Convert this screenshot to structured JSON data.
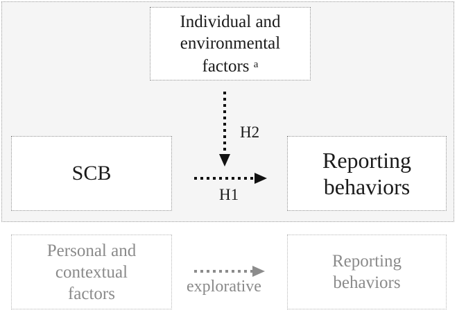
{
  "diagram": {
    "factors_box": {
      "line1": "Individual and",
      "line2": "environmental",
      "line3": "factors",
      "superscript": "a"
    },
    "scb_box": {
      "label": "SCB"
    },
    "reporting_box": {
      "line1": "Reporting",
      "line2": "behaviors"
    },
    "personal_box": {
      "line1": "Personal and",
      "line2": "contextual",
      "line3": "factors"
    },
    "reporting_explorative_box": {
      "line1": "Reporting",
      "line2": "behaviors"
    },
    "arrows": {
      "h1_label": "H1",
      "h2_label": "H2",
      "explorative_label": "explorative"
    },
    "colors": {
      "primary_text": "#1a1a1a",
      "muted_text": "#8a8a8a",
      "arrow_primary": "#111111",
      "arrow_muted": "#8c8c8c",
      "frame_fill": "#f5f5f5"
    }
  }
}
